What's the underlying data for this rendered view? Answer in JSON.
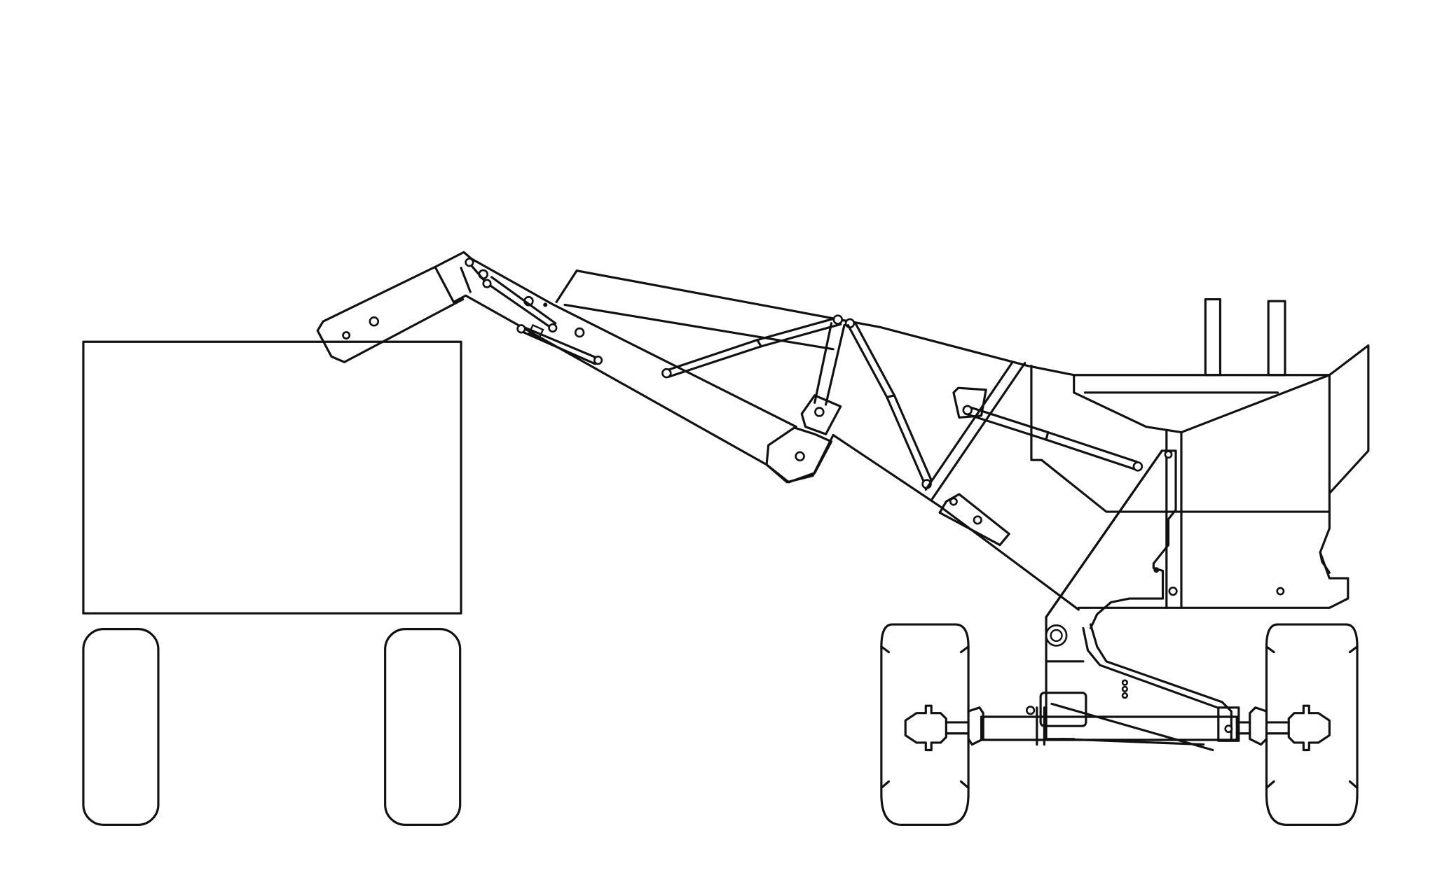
{
  "colors": {
    "background": "#ffffff",
    "stroke": "#111111"
  },
  "scene": {
    "subject": "line-drawing-machine",
    "parts": [
      "trailer-box",
      "trailer-wheel",
      "boom-arm",
      "hydraulic-cylinder",
      "pivot-pin",
      "chassis-frame",
      "front-axle",
      "front-wheel",
      "exhaust-stack"
    ]
  }
}
